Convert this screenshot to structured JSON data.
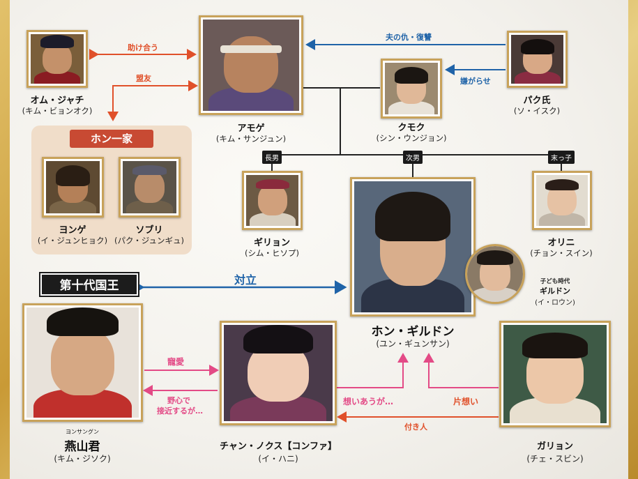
{
  "labels": {
    "tasukeau": "助け合う",
    "meiyu": "盟友",
    "otto_no_ada": "夫の仇・復讐",
    "iyagarase": "嫌がらせ",
    "chonan": "長男",
    "jinan": "次男",
    "suekko": "末っ子",
    "tairitsu": "対立",
    "choai": "寵愛",
    "yashin": "野心で",
    "sekkin": "接近するが…",
    "omoiau": "想いあうが…",
    "kataomoi": "片想い",
    "tsukibito": "付き人",
    "hon_family": "ホン一家",
    "king_title": "第十代国王",
    "child_era": "子ども時代",
    "yeonsan_ruby": "ヨンサングン"
  },
  "people": {
    "om": {
      "name": "オム・ジャチ",
      "actor": "(キム・ビョンオク)"
    },
    "amoge": {
      "name": "アモゲ",
      "actor": "(キム・サンジュン)"
    },
    "kumok": {
      "name": "クモク",
      "actor": "(シン・ウンジョン)"
    },
    "park": {
      "name": "パク氏",
      "actor": "(ソ・イスク)"
    },
    "yonge": {
      "name": "ヨンゲ",
      "actor": "(イ・ジュンヒョク)"
    },
    "soburi": {
      "name": "ソブリ",
      "actor": "(パク・ジュンギュ)"
    },
    "giryon": {
      "name": "ギリョン",
      "actor": "(シム・ヒソプ)"
    },
    "gildong": {
      "name": "ホン・ギルドン",
      "actor": "(ユン・ギュンサン)"
    },
    "child_gildong": {
      "name": "ギルドン",
      "actor": "(イ・ロウン)"
    },
    "orini": {
      "name": "オリニ",
      "actor": "(チョン・スイン)"
    },
    "yeonsan": {
      "name": "燕山君",
      "actor": "(キム・ジソク)"
    },
    "nokusu": {
      "name": "チャン・ノクス【コンファ】",
      "actor": "(イ・ハニ)"
    },
    "garyon": {
      "name": "ガリョン",
      "actor": "(チェ・スビン)"
    }
  },
  "colors": {
    "gold_frame": "#c8a25a",
    "red_arrow": "#e0502a",
    "blue_arrow": "#1f63a8",
    "pink_arrow": "#e34a86",
    "family_box": "#f0ddc9",
    "family_title": "#c84a33"
  }
}
